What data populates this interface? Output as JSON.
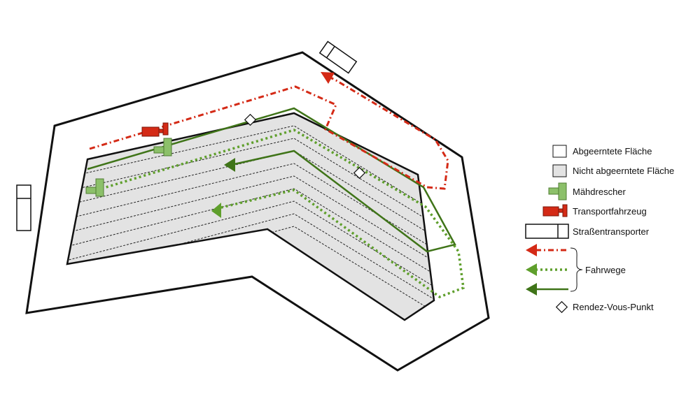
{
  "legend": {
    "harvested": "Abgeerntete Fläche",
    "unharvested": "Nicht abgeerntete Fläche",
    "combine": "Mähdrescher",
    "transport_vehicle": "Transportfahrzeug",
    "road_transporter": "Straßentransporter",
    "routes": "Fahrwege",
    "rendezvous": "Rendez-Vous-Punkt"
  },
  "colors": {
    "transport_red": "#d42a16",
    "combine_green": "#8cc06a",
    "route_green_dark": "#3f7418",
    "route_green_dotted": "#5f9f2c",
    "field_grey": "#e3e3e3",
    "outline": "#111111"
  },
  "icons": {
    "combine": "combine-harvester-icon",
    "transport": "transport-vehicle-icon",
    "road_transporter": "road-transporter-icon",
    "rendezvous": "diamond-icon"
  }
}
